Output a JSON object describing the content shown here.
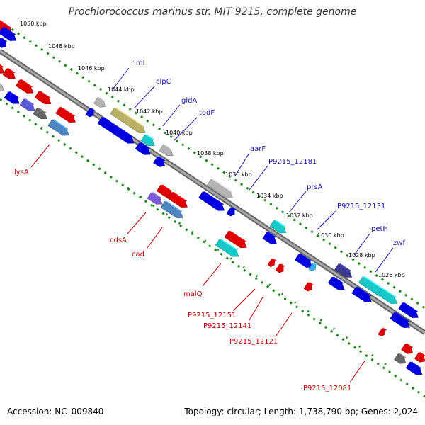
{
  "title": "Prochlorococcus marinus str. MIT 9215, complete genome",
  "accession": "Accession: NC_009840",
  "summary": "Topology: circular; Length: 1,738,790 bp; Genes: 2,024",
  "colors": {
    "backbone": "#808080",
    "tick_dots": "#1a8c1a",
    "forward_label": "#1515a8",
    "reverse_label": "#c00000",
    "forward_gene": "#0000e0",
    "reverse_gene": "#e00000",
    "cyan": "#19c8c8",
    "olive": "#b8b065",
    "gray": "#b4b4b4",
    "steel": "#4d86c0"
  },
  "ticks": [
    "1050 kbp",
    "1048 kbp",
    "1046 kbp",
    "1044 kbp",
    "1042 kbp",
    "1040 kbp",
    "1038 kbp",
    "1036 kbp",
    "1034 kbp",
    "1032 kbp",
    "1030 kbp",
    "1028 kbp",
    "1026 kbp"
  ],
  "forward_labels": [
    "rimI",
    "clpC",
    "gldA",
    "todF",
    "aarF",
    "P9215_12181",
    "prsA",
    "P9215_12131",
    "petH",
    "zwf"
  ],
  "reverse_labels": [
    "lysA",
    "cdsA",
    "cad",
    "malQ",
    "P9215_12151",
    "P9215_12141",
    "P9215_12121",
    "P9215_12081"
  ]
}
